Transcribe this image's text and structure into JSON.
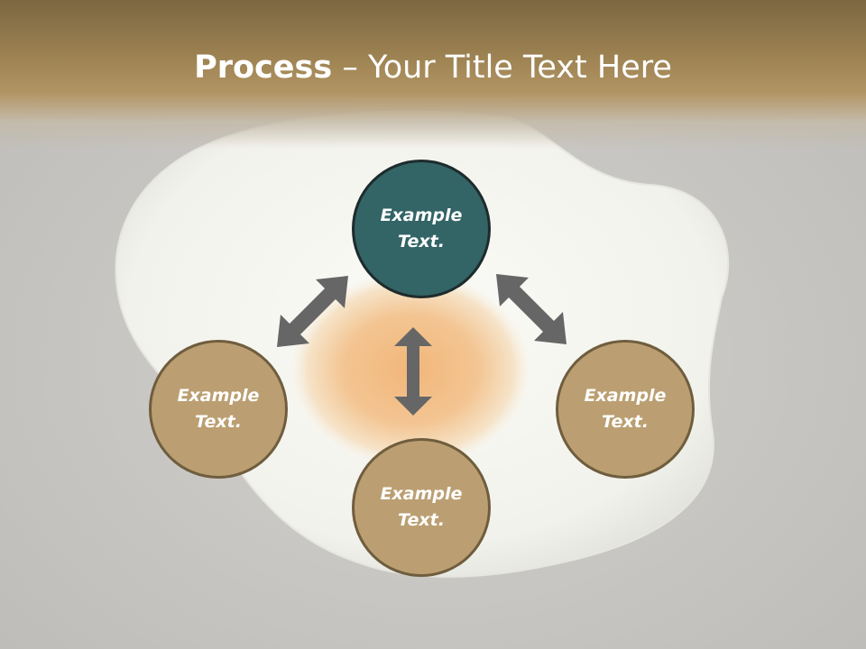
{
  "slide": {
    "title_strong": "Process",
    "title_dash": "–",
    "title_rest": "Your Title Text Here"
  },
  "nodes": {
    "top": "Example Text.",
    "left": "Example Text.",
    "right": "Example Text.",
    "bottom": "Example Text."
  },
  "colors": {
    "header_brown": "#9a8050",
    "node_tan": "#bb9f72",
    "node_teal": "#336466",
    "arrow_gray": "#666666"
  }
}
